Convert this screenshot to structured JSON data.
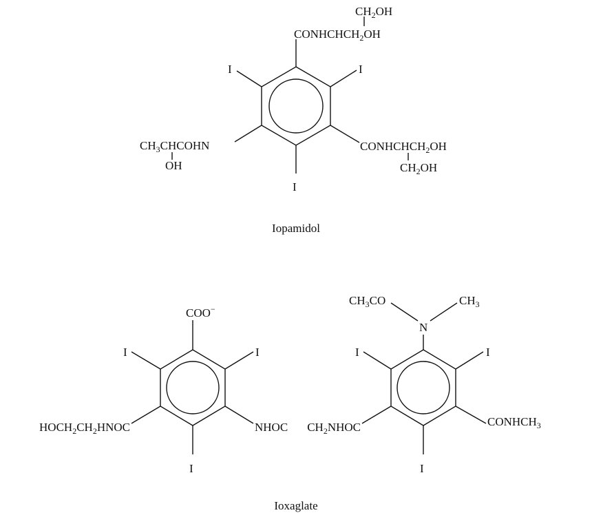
{
  "iopamidol": {
    "caption": "Iopamidol",
    "iodines": [
      "I",
      "I",
      "I"
    ],
    "top_chain": {
      "branch_pre": "CH",
      "branch_sub": "2",
      "branch_post": "OH",
      "main_pre": "CONHCHCH",
      "main_sub": "2",
      "main_post": "OH"
    },
    "right_chain": {
      "main_pre": "CONHCHCH",
      "main_sub": "2",
      "main_post": "OH",
      "branch_pre": "CH",
      "branch_sub": "2",
      "branch_post": "OH"
    },
    "left_chain": {
      "main_pre": "CH",
      "main_sub": "3",
      "main_post": "CHCOHN",
      "branch": "OH"
    }
  },
  "ioxaglate": {
    "caption": "Ioxaglate",
    "left_ring": {
      "iodines": [
        "I",
        "I",
        "I"
      ],
      "top_group": {
        "pre": "COO",
        "sup": "−"
      },
      "left_group": {
        "p1": "HOCH",
        "s1": "2",
        "p2": "CH",
        "s2": "2",
        "p3": "HNOC"
      },
      "right_group": "NHOC"
    },
    "right_ring": {
      "iodines": [
        "I",
        "I",
        "I"
      ],
      "nitrogen": "N",
      "acetyl": {
        "pre": "CH",
        "sub": "3",
        "post": "CO"
      },
      "methyl": {
        "pre": "CH",
        "sub": "3"
      },
      "left_group": {
        "pre": "CH",
        "sub": "2",
        "post": "NHOC"
      },
      "right_group": {
        "pre": "CONHCH",
        "sub": "3"
      }
    }
  }
}
